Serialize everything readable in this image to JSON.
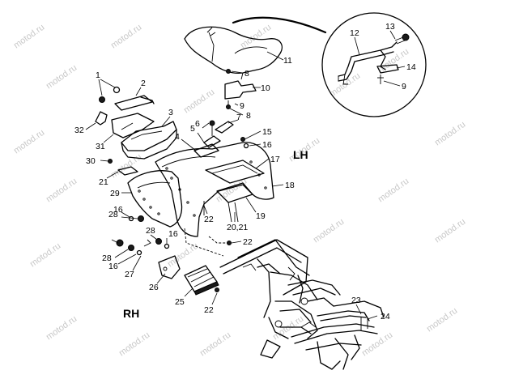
{
  "watermark": "motod.ru",
  "side_labels": {
    "left_hand": "LH",
    "right_hand": "RH"
  },
  "callouts": {
    "n1": "1",
    "n2": "2",
    "n3": "3",
    "n4": "4",
    "n5": "5",
    "n6": "6",
    "n7": "7",
    "n8a": "8",
    "n8b": "8",
    "n9a": "9",
    "n9b": "9",
    "n10": "10",
    "n11": "11",
    "n12": "12",
    "n13": "13",
    "n14": "14",
    "n15": "15",
    "n16a": "16",
    "n16b": "16",
    "n16c": "16",
    "n16d": "16",
    "n17": "17",
    "n18": "18",
    "n19": "19",
    "n20_21": "20,21",
    "n21": "21",
    "n22a": "22",
    "n22b": "22",
    "n22c": "22",
    "n23": "23",
    "n24": "24",
    "n25": "25",
    "n26": "26",
    "n27": "27",
    "n28a": "28",
    "n28b": "28",
    "n28c": "28",
    "n29": "29",
    "n30": "30",
    "n31": "31",
    "n32": "32"
  },
  "colors": {
    "line": "#000000",
    "watermark": "#c8c8c8",
    "background": "#ffffff"
  }
}
